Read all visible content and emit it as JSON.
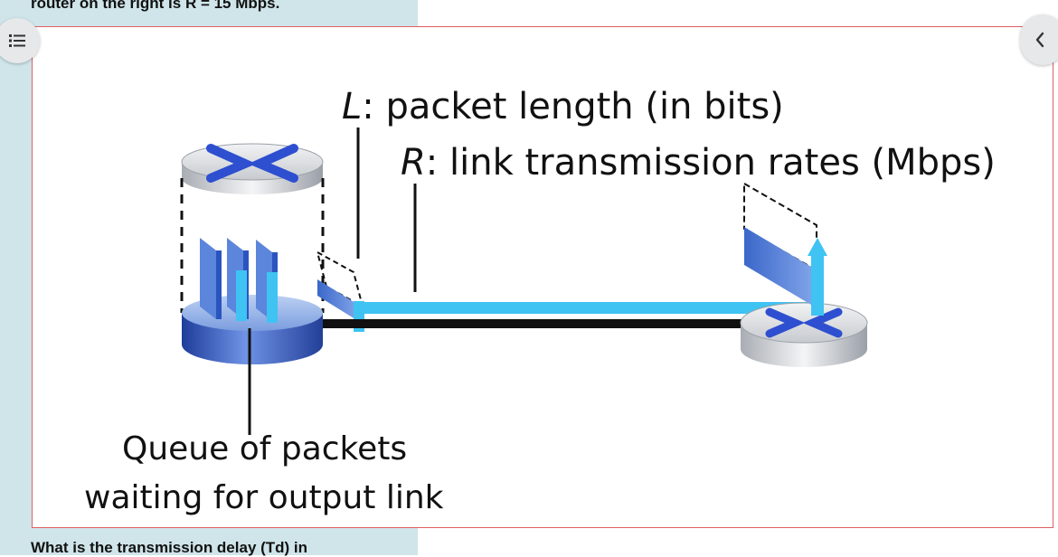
{
  "question": {
    "top_text": "router on the right is R = 15 Mbps.",
    "bottom_text": "What is the transmission delay (Td) in"
  },
  "figure": {
    "label_L_var": "L",
    "label_L_text": ": packet length (in bits)",
    "label_R_var": "R",
    "label_R_text": ": link transmission rates (Mbps)",
    "queue_line1": "Queue of packets",
    "queue_line2": "waiting for output link"
  },
  "controls": {
    "menu_icon": "list-icon",
    "back_icon": "chevron-left-icon"
  },
  "colors": {
    "accent_link": "#3fc3f2",
    "router_blue": "#2f5ec4",
    "border": "#e06060"
  }
}
